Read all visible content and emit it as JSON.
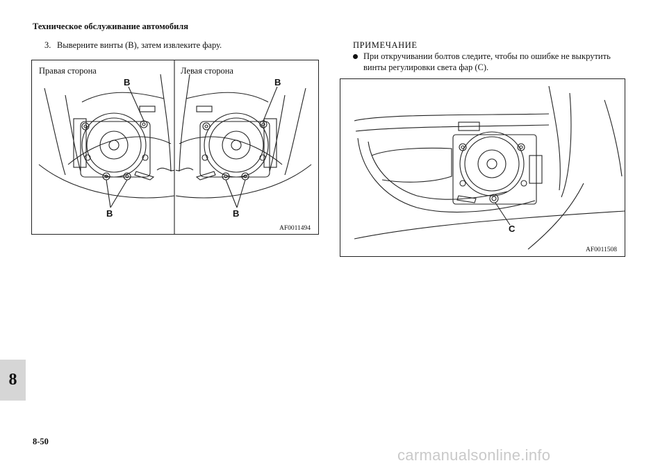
{
  "header": {
    "title": "Техническое обслуживание автомобиля"
  },
  "step": {
    "number": "3.",
    "text": "Выверните винты (B), затем извлеките фару."
  },
  "note": {
    "title": "ПРИМЕЧАНИЕ",
    "bullet_text": "При откручивании болтов следите, чтобы по ошибке не выкрутить винты регулировки света фар (C)."
  },
  "figure1": {
    "right_side_label": "Правая сторона",
    "left_side_label": "Левая сторона",
    "callout_b": "B",
    "code": "AF0011494"
  },
  "figure2": {
    "callout_c": "C",
    "code": "AF0011508"
  },
  "side_tab": "8",
  "page_number": "8-50",
  "watermark": "carmanualsonline.info"
}
